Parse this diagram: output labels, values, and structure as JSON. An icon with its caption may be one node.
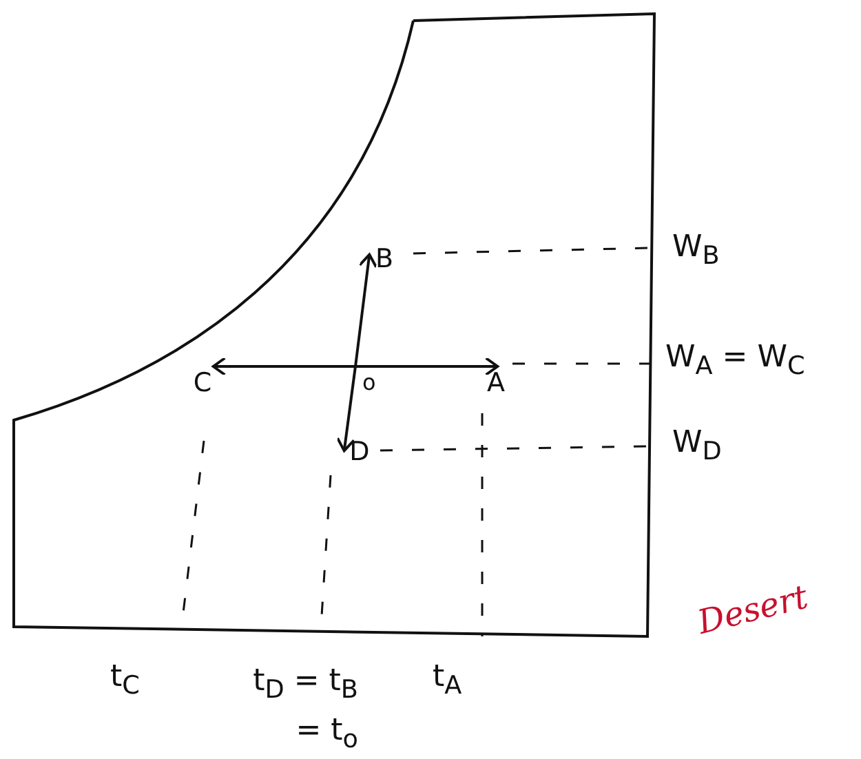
{
  "diagram": {
    "nodes": [
      {
        "text": [
          "o"
        ]
      },
      {
        "text": [
          "A"
        ]
      },
      {
        "text": [
          "B"
        ]
      },
      {
        "text": [
          "C"
        ]
      },
      {
        "text": [
          "D"
        ]
      }
    ],
    "edges": [
      {
        "from": 0,
        "to": 1,
        "arrow": "to"
      },
      {
        "from": 0,
        "to": 2,
        "arrow": "to"
      },
      {
        "from": 0,
        "to": 3,
        "arrow": "to"
      },
      {
        "from": 0,
        "to": 4,
        "arrow": "to"
      }
    ],
    "labels": [
      "W$_{B}$",
      "W$_{A}$ = W$_{C}$",
      "W$_{D}$",
      "t$_{C}$",
      "t$_{D}$ = t$_{B}$ = t$_{o}$",
      "t$_{A}$",
      "Desert"
    ]
  }
}
